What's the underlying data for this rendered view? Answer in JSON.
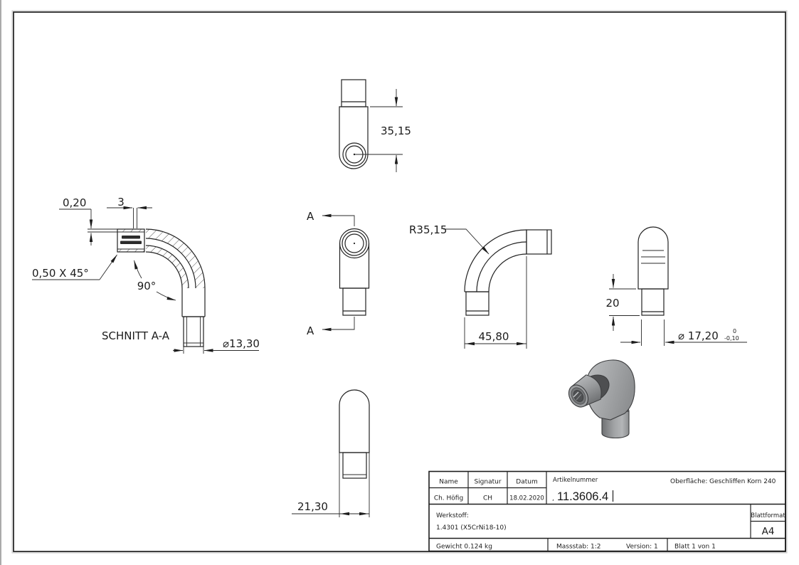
{
  "views": {
    "top_view": {
      "height_dim": "35,15"
    },
    "section_view": {
      "label": "SCHNITT A-A",
      "engraving_depth_dim": "0,20",
      "engraving_width_dim": "3",
      "chamfer_note": "0,50 X 45°",
      "bend_angle_dim": "90°",
      "stub_diameter_dim": "⌀13,30"
    },
    "front_view": {
      "section_arrow_top": "A",
      "section_arrow_bottom": "A"
    },
    "bend_view": {
      "bend_radius_dim": "R35,15",
      "length_dim": "45,80"
    },
    "side_view": {
      "stub_length_dim": "20",
      "body_diameter_dim": "⌀ 17,20",
      "tolerance_upper": "0",
      "tolerance_lower": "-0,10"
    },
    "bottom_view": {
      "width_dim": "21,30"
    }
  },
  "title_block": {
    "name_header": "Name",
    "signature_header": "Signatur",
    "date_header": "Datum",
    "name_value": "Ch. Höfig",
    "signature_value": "CH",
    "date_value": "18.02.2020",
    "article_number_label": "Artikelnummer",
    "article_number_prefix": ",",
    "article_number_value": "11.3606.4",
    "surface_label": "Oberfläche:",
    "surface_value": "Geschliffen Korn 240",
    "material_label": "Werkstoff:",
    "material_value": "1.4301 (X5CrNi18-10)",
    "sheet_format_label": "Blattformat",
    "sheet_format_value": "A4",
    "weight_value": "Gewicht 0.124 kg",
    "scale_value": "Massstab: 1:2",
    "version_value": "Version: 1",
    "sheet_value": "Blatt 1 von 1"
  },
  "colors": {
    "line": "#222222",
    "render_gray": "#a7a9ac",
    "render_dark": "#4f5153",
    "render_light": "#c0c2c4"
  }
}
